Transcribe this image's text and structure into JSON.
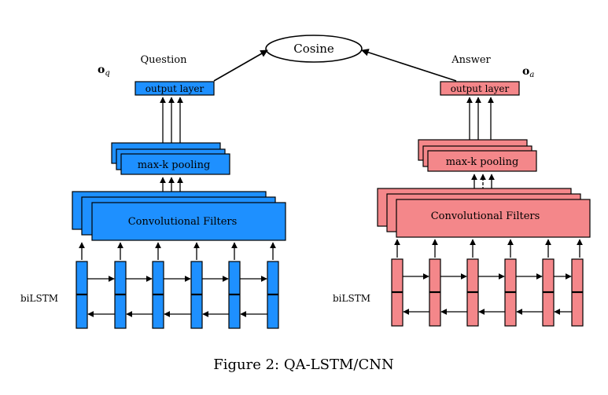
{
  "cosine_label": "Cosine",
  "question": {
    "title": "Question",
    "vector_symbol": "o",
    "vector_sub": "q",
    "output_layer": "output layer",
    "pooling": "max-k pooling",
    "conv": "Convolutional Filters",
    "lstm_label": "biLSTM"
  },
  "answer": {
    "title": "Answer",
    "vector_symbol": "o",
    "vector_sub": "a",
    "output_layer": "output layer",
    "pooling": "max-k pooling",
    "conv": "Convolutional Filters",
    "lstm_label": "biLSTM"
  },
  "caption": "Figure 2: QA-LSTM/CNN",
  "colors": {
    "question_fill": "#1e90ff",
    "answer_fill": "#f4878a",
    "stroke": "#000000",
    "background": "#ffffff"
  }
}
